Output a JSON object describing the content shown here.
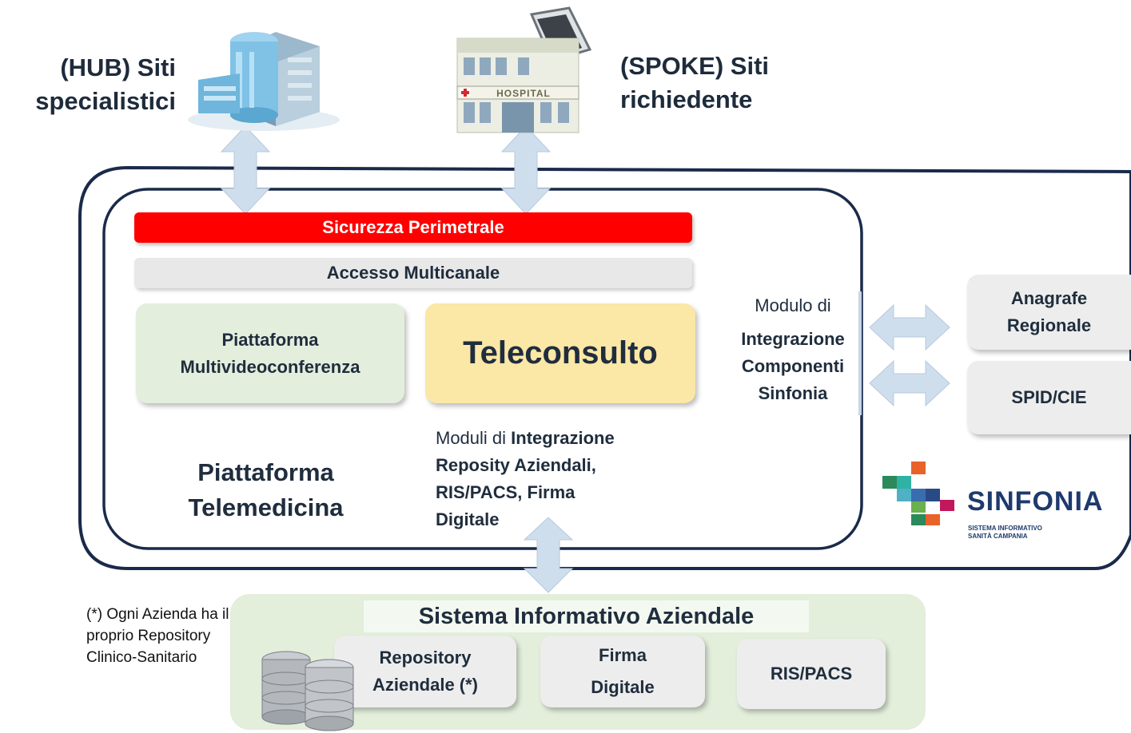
{
  "hub": {
    "line1": "(HUB) Siti",
    "line2": "specialistici"
  },
  "spoke": {
    "line1": "(SPOKE) Siti",
    "line2": "richiedente"
  },
  "hospital_sign": "HOSPITAL",
  "platform": {
    "security_bar": "Sicurezza Perimetrale",
    "access_bar": "Accesso Multicanale",
    "videoconf": {
      "line1": "Piattaforma",
      "line2": "Multivideoconferenza"
    },
    "teleconsulto": "Teleconsulto",
    "telemedicina": {
      "line1": "Piattaforma",
      "line2": "Telemedicina"
    },
    "integration_modules": {
      "prefix": "Moduli di ",
      "bold1": "Integrazione",
      "line2": "Reposity Aziendali,",
      "line3": "RIS/PACS, Firma",
      "line4": "Digitale"
    },
    "sinfonia_module": {
      "line1": "Modulo di",
      "line2": "Integrazione",
      "line3": "Componenti",
      "line4": "Sinfonia"
    }
  },
  "external": {
    "anagrafe": {
      "line1": "Anagrafe",
      "line2": "Regionale"
    },
    "spid": "SPID/CIE"
  },
  "sinfonia_logo": {
    "name": "SINFONIA",
    "tag1": "SISTEMA INFORMATIVO",
    "tag2": "SANITÀ CAMPANIA"
  },
  "footnote": {
    "line1": "(*) Ogni Azienda ha il",
    "line2": "proprio Repository",
    "line3": "Clinico-Sanitario"
  },
  "sia": {
    "title": "Sistema Informativo Aziendale",
    "repository": {
      "line1": "Repository",
      "line2": "Aziendale (*)"
    },
    "firma": {
      "line1": "Firma",
      "line2": "Digitale"
    },
    "rispacs": "RIS/PACS"
  },
  "colors": {
    "frame": "#1a2a4a",
    "security": "#ff0000",
    "access": "#e8e8e8",
    "videoconf": "#e3eedd",
    "teleconsulto": "#fbe7a6",
    "sia_bg": "#e3eedb",
    "arrow": "#cfdeed",
    "grey_box": "#ededed"
  }
}
